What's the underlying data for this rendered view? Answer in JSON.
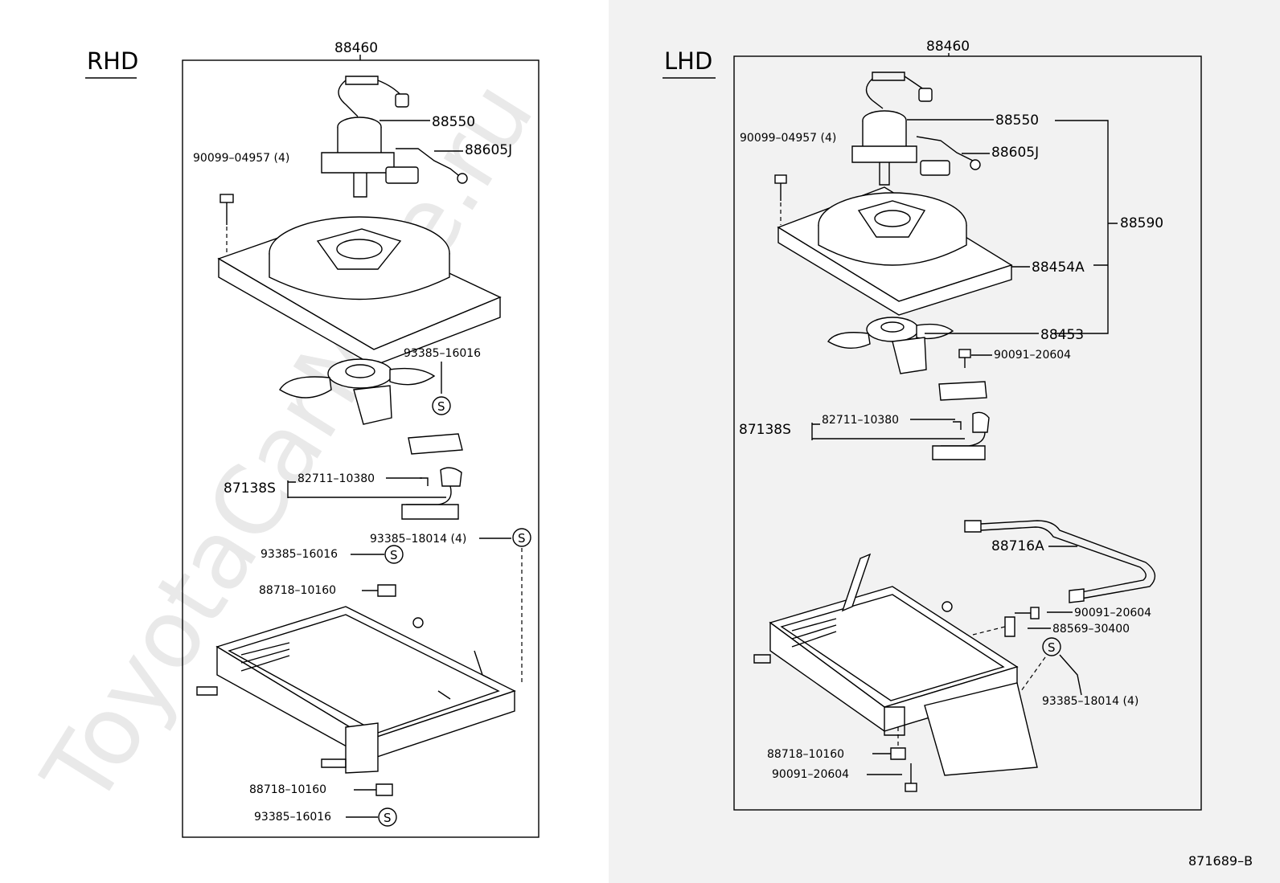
{
  "watermark": "ToyotaCarMine.ru",
  "figure_code": "871689–B",
  "s_mark": "S",
  "rhd": {
    "header": "RHD",
    "assembly": "88460",
    "motor": "88550",
    "wire_harness": "88605J",
    "screw": "90099–04957 (4)",
    "bolt_fan": "93385–16016",
    "sensor_group": "87138S",
    "sensor": "82711–10380",
    "bolt_4": "93385–18014 (4)",
    "bolt_mid": "93385–16016",
    "clamp_top": "88718–10160",
    "clamp_bottom": "88718–10160",
    "bolt_bottom": "93385–16016"
  },
  "lhd": {
    "header": "LHD",
    "assembly": "88460",
    "motor": "88550",
    "screw": "90099–04957 (4)",
    "wire_harness": "88605J",
    "fan_group": "88590",
    "shroud": "88454A",
    "fan": "88453",
    "bolt_a": "90091–20604",
    "sensor_group": "87138S",
    "sensor": "82711–10380",
    "pipe": "88716A",
    "bolt_b": "90091–20604",
    "bracket": "88569–30400",
    "bolt_4": "93385–18014 (4)",
    "clamp": "88718–10160",
    "bolt_c": "90091–20604"
  }
}
